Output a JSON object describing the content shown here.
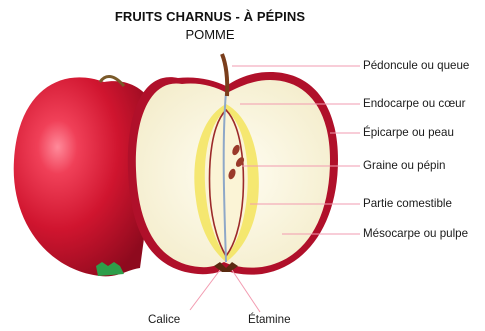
{
  "title": "FRUITS CHARNUS - À PÉPINS",
  "subtitle": "POMME",
  "labels": {
    "peduncle": "Pédoncule ou queue",
    "endocarp": "Endocarpe ou cœur",
    "epicarp": "Épicarpe ou peau",
    "seed": "Graine ou pépin",
    "edible": "Partie comestible",
    "mesocarp": "Mésocarpe ou pulpe",
    "calyx": "Calice",
    "stamen": "Étamine"
  },
  "colors": {
    "skin": "#c8102e",
    "flesh": "#fbf6e0",
    "core_yellow": "#f2e14c",
    "leader_line": "#f29bb0",
    "calyx_green": "#3aa655"
  }
}
